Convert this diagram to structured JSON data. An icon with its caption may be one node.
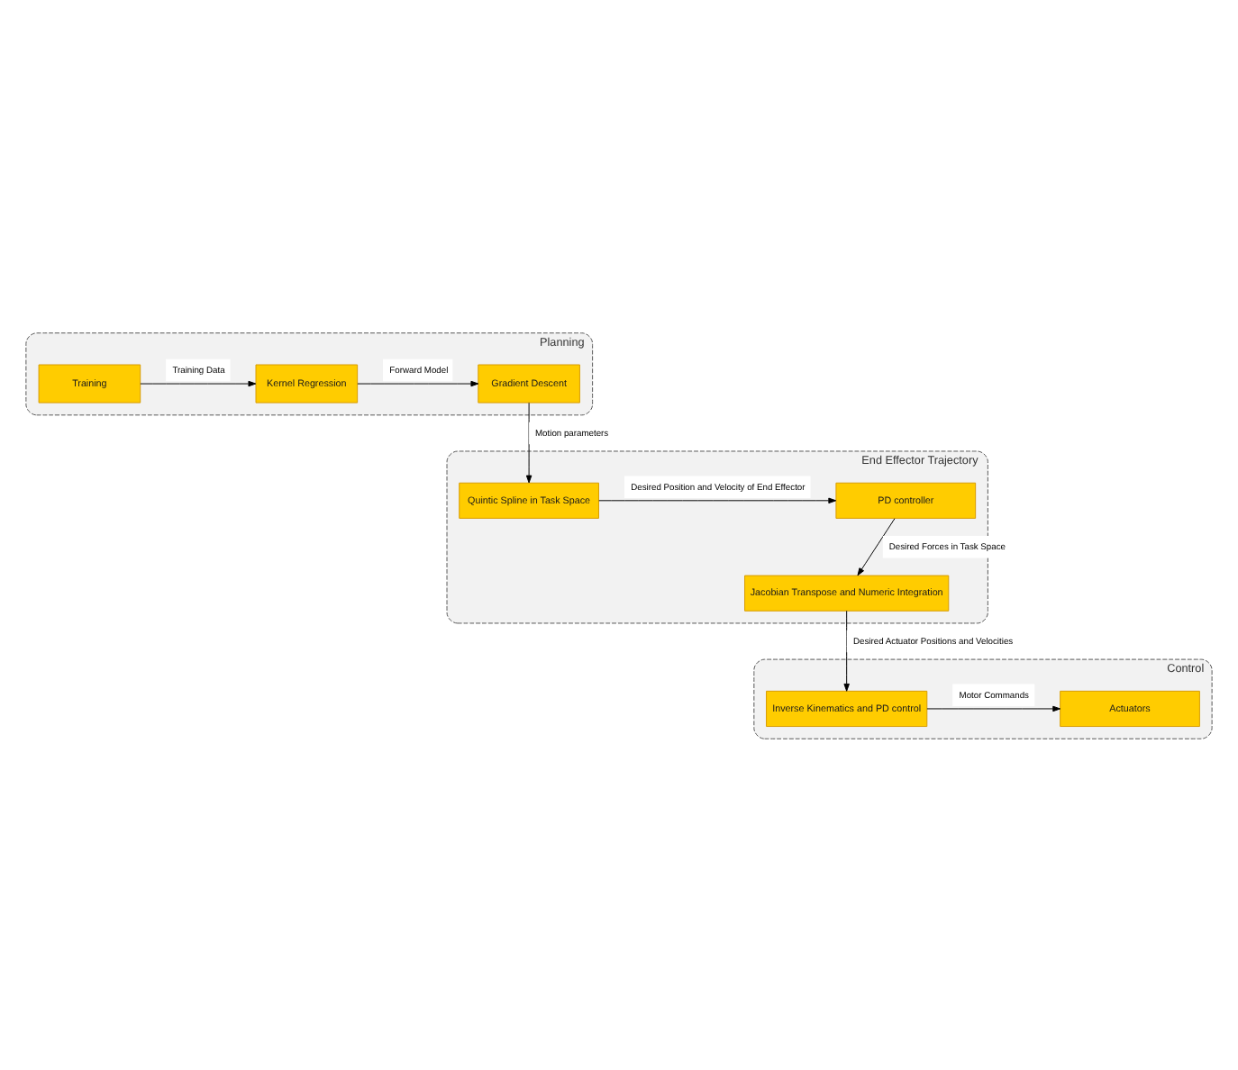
{
  "diagram": {
    "nodes": [
      {
        "text": [
          "Planning"
        ]
      },
      {
        "text": [
          "Training"
        ],
        "in": 0
      },
      {
        "text": [
          "Kernel Regression"
        ],
        "in": 0
      },
      {
        "text": [
          "Gradient Descent"
        ],
        "in": 0
      },
      {
        "text": [
          "End Effector Trajectory"
        ]
      },
      {
        "text": [
          "Quintic Spline in Task Space"
        ],
        "in": 4
      },
      {
        "text": [
          "PD controller"
        ],
        "in": 4
      },
      {
        "text": [
          "Jacobian Transpose and Numeric Integration"
        ],
        "in": 4
      },
      {
        "text": [
          "Control"
        ]
      },
      {
        "text": [
          "Inverse Kinematics and PD control"
        ],
        "in": 8
      },
      {
        "text": [
          "Actuators"
        ],
        "in": 8
      }
    ],
    "edges": [
      {
        "from": 1,
        "to": 2,
        "arrow": "to",
        "label": "Training Data"
      },
      {
        "from": 2,
        "to": 3,
        "arrow": "to",
        "label": "Forward Model"
      },
      {
        "from": 3,
        "to": 5,
        "arrow": "to",
        "label": "Motion parameters"
      },
      {
        "from": 5,
        "to": 6,
        "arrow": "to",
        "label": "Desired Position and Velocity of End Effector"
      },
      {
        "from": 6,
        "to": 7,
        "arrow": "to",
        "label": "Desired Forces in Task Space"
      },
      {
        "from": 7,
        "to": 9,
        "arrow": "to",
        "label": "Desired Actuator Positions and Velocities"
      },
      {
        "from": 9,
        "to": 10,
        "arrow": "to",
        "label": "Motor Commands"
      }
    ]
  }
}
